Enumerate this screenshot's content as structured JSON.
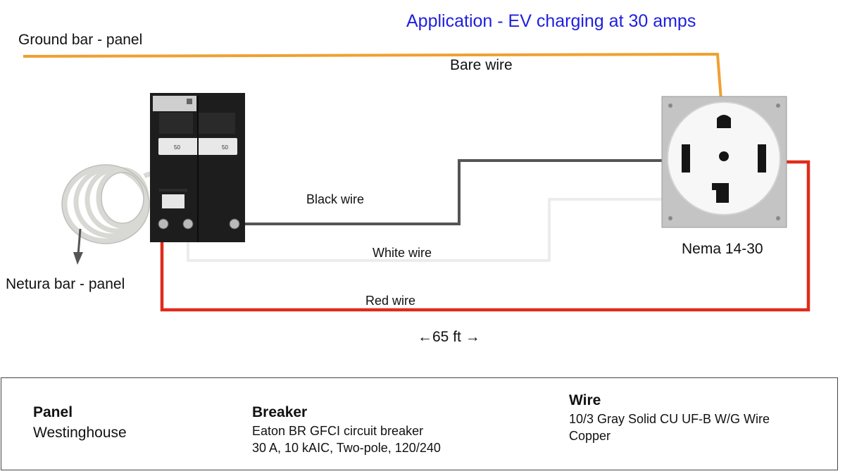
{
  "title": "Application - EV charging at 30 amps",
  "labels": {
    "ground_bar": "Ground bar - panel",
    "bare_wire": "Bare wire",
    "black_wire": "Black wire",
    "white_wire": "White  wire",
    "red_wire": "Red wire",
    "neutral_bar": "Netura bar - panel",
    "receptacle": "Nema 14-30",
    "distance": "←65 ft →"
  },
  "breaker_handle_ratings": [
    "50",
    "50"
  ],
  "colors": {
    "title": "#1e1ee0",
    "ground_wire": "#f0a030",
    "black_wire": "#555555",
    "white_wire": "#ececec",
    "red_wire": "#e02a1a"
  },
  "specs": {
    "panel": {
      "heading": "Panel",
      "lines": [
        "Westinghouse"
      ]
    },
    "breaker": {
      "heading": "Breaker",
      "lines": [
        "Eaton BR GFCI circuit breaker",
        "30 A, 10 kAIC, Two-pole, 120/240"
      ]
    },
    "wire": {
      "heading": "Wire",
      "lines": [
        "10/3 Gray Solid CU UF-B W/G Wire",
        "Copper"
      ]
    }
  }
}
